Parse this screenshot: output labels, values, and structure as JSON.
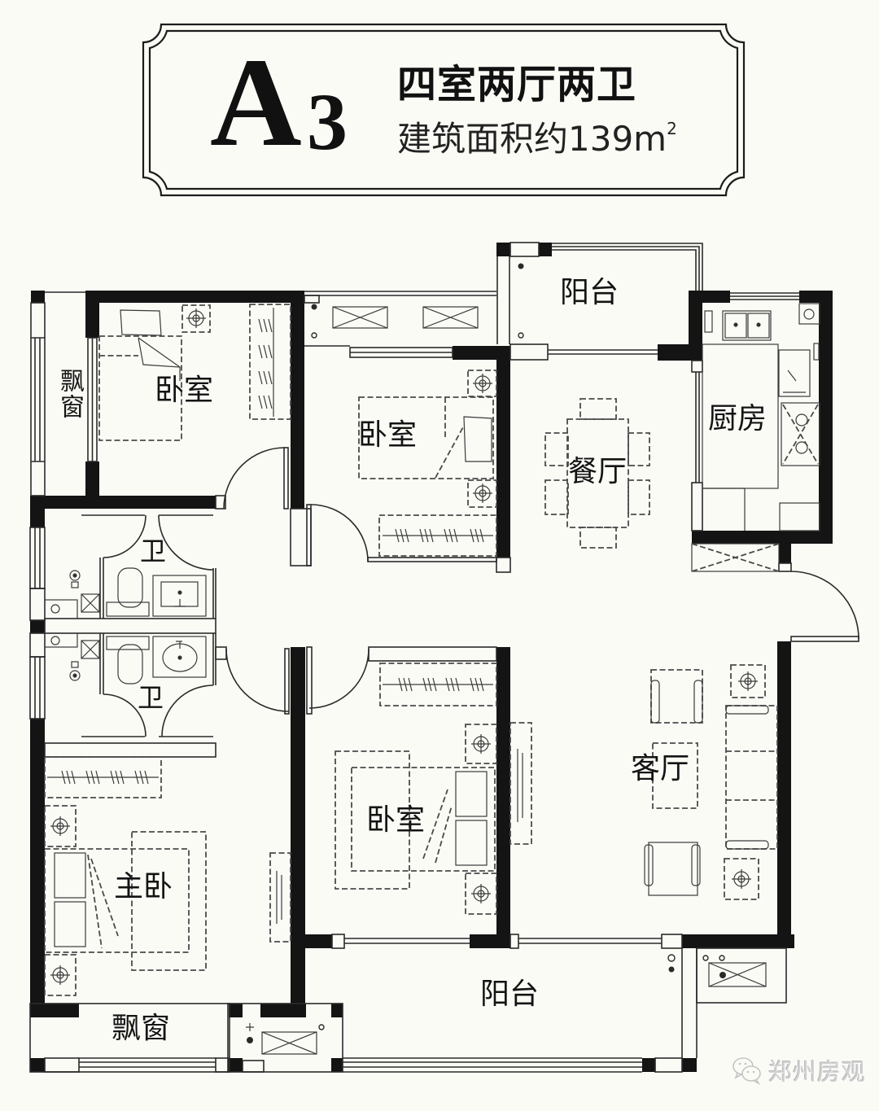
{
  "header": {
    "unit_letter": "A",
    "unit_number": "3",
    "layout_type": "四室两厅两卫",
    "area_text": "建筑面积约139m",
    "area_superscript": "2"
  },
  "floor_plan": {
    "rooms": {
      "bay_window_west": "飘窗",
      "bedroom_northwest": "卧室",
      "bedroom_north": "卧室",
      "balcony_north": "阳台",
      "dining_room": "餐厅",
      "kitchen": "厨房",
      "bathroom_upper": "卫",
      "bathroom_lower": "卫",
      "living_room": "客厅",
      "bedroom_south": "卧室",
      "master_bedroom": "主卧",
      "balcony_south": "阳台",
      "bay_window_south": "飘窗"
    }
  },
  "watermark": {
    "icon": "wechat-icon",
    "text": "郑州房观"
  },
  "colors": {
    "background": "#fbfbf6",
    "wall": "#141414",
    "line": "#2a2a2a",
    "watermark": "#d2d2d2"
  }
}
